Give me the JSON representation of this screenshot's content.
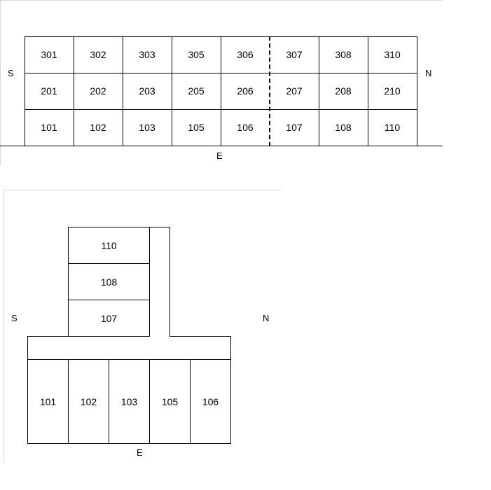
{
  "top_plan": {
    "south_label": "S",
    "north_label": "N",
    "east_label": "E",
    "rows": [
      [
        "301",
        "302",
        "303",
        "305",
        "306",
        "307",
        "308",
        "310"
      ],
      [
        "201",
        "202",
        "203",
        "205",
        "206",
        "207",
        "208",
        "210"
      ],
      [
        "101",
        "102",
        "103",
        "105",
        "106",
        "107",
        "108",
        "110"
      ]
    ]
  },
  "bottom_plan": {
    "south_label": "S",
    "north_label": "N",
    "east_label": "E",
    "wing_rooms": [
      "110",
      "108",
      "107"
    ],
    "base_rooms": [
      "101",
      "102",
      "103",
      "105",
      "106"
    ]
  }
}
